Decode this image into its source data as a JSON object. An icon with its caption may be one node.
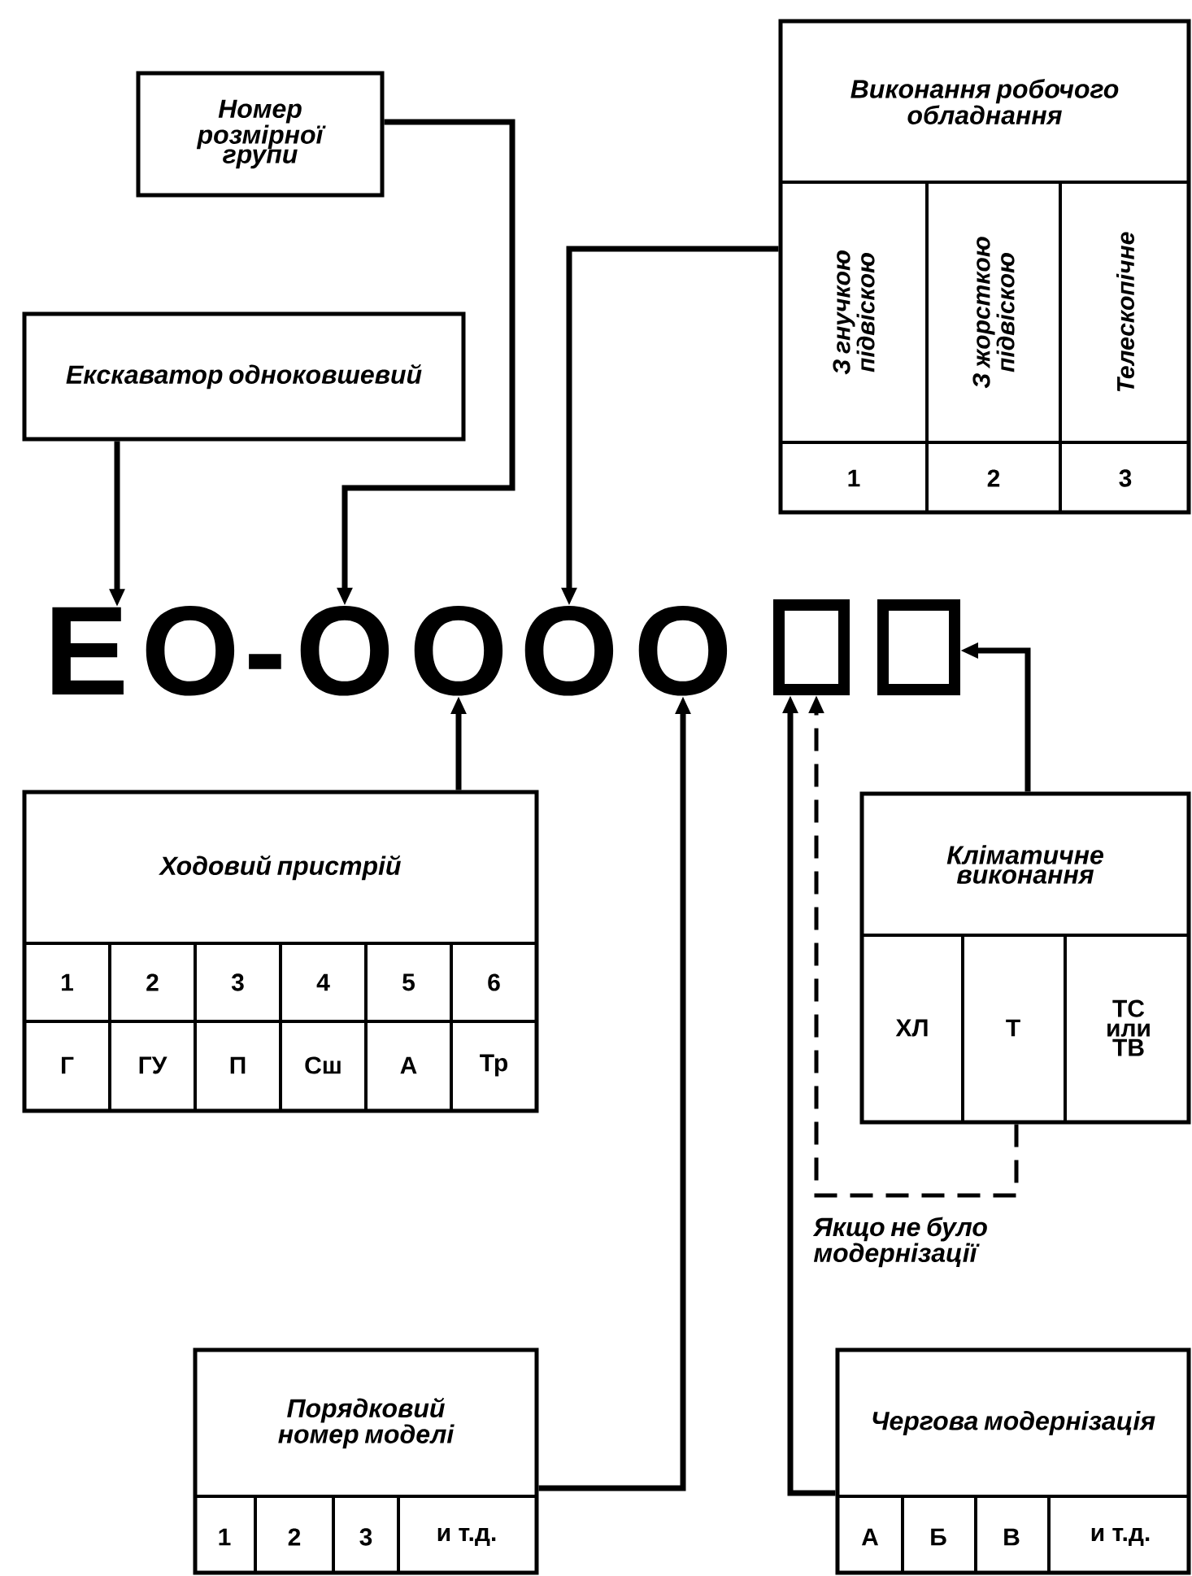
{
  "diagram": {
    "nodes": [
      {
        "text": [
          "Номер розмірної групи"
        ]
      },
      {
        "text": [
          "Виконання робочого обладнання"
        ]
      },
      {
        "text": [
          "Екскаватор одноковшевий"
        ]
      },
      {
        "text": [
          "Е"
        ]
      },
      {
        "text": [
          "О"
        ]
      },
      {
        "text": [
          "О"
        ]
      },
      {
        "text": [
          "О"
        ]
      },
      {
        "text": [
          "О"
        ]
      },
      {
        "text": [],
        "shape": "box"
      },
      {
        "text": [],
        "shape": "box"
      },
      {
        "text": [
          "Ходовий пристрій"
        ]
      },
      {
        "text": [
          "Кліматичне виконання"
        ]
      },
      {
        "text": [
          "Порядковий номер моделі"
        ]
      },
      {
        "text": [
          "Чергова модернізація"
        ]
      }
    ],
    "edges": [
      {
        "from": 2,
        "to": 3,
        "arrow": "to"
      },
      {
        "from": 0,
        "to": 4,
        "arrow": "to"
      },
      {
        "from": 1,
        "to": 6,
        "arrow": "to"
      },
      {
        "from": 10,
        "to": 5,
        "arrow": "to"
      },
      {
        "from": 12,
        "to": 7,
        "arrow": "to"
      },
      {
        "from": 13,
        "to": 8,
        "arrow": "to"
      },
      {
        "from": 11,
        "to": 8,
        "arrow": "to",
        "style": "dashed",
        "label": "Якщо не було модернізації"
      },
      {
        "from": 11,
        "to": 9,
        "arrow": "to"
      }
    ],
    "labels": [
      "З гнучкою підвіскою",
      "З жорсткою підвіскою",
      "Телескопічне",
      "1",
      "2",
      "3",
      "О",
      "-",
      "1",
      "2",
      "3",
      "4",
      "5",
      "6",
      "Г",
      "ГУ",
      "П",
      "Сш",
      "А",
      "Тр",
      "ХЛ",
      "Т",
      "ТС или ТВ",
      "1",
      "2",
      "3",
      "и т.д.",
      "А",
      "Б",
      "В",
      "и т.д."
    ]
  }
}
